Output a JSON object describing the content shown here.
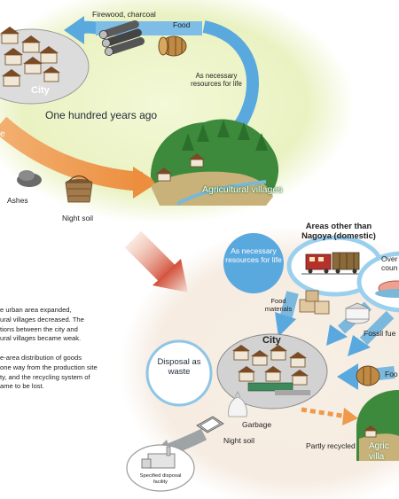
{
  "past": {
    "firewood_label": "Firewood, charcoal",
    "food_label": "Food",
    "resources_label": "As necessary resources for life",
    "city_label": "City",
    "era_title": "One hundred years ago",
    "villages_label": "Agricultural villages",
    "ashes_label": "Ashes",
    "night_soil_label": "Night soil",
    "left_fragment": "e"
  },
  "present": {
    "areas_title": "Areas other than Nagoya (domestic)",
    "resources_label": "As necessary resources for life",
    "overseas_fragment": "Over coun",
    "food_materials_label": "Food materials",
    "fossil_fuel_label": "Fossil fue",
    "city_label": "City",
    "disposal_label": "Disposal as waste",
    "food_fragment": "Foo",
    "garbage_label": "Garbage",
    "night_soil_label": "Night soil",
    "partly_recycled_label": "Partly recycled",
    "villages_fragment": "Agric villa",
    "facility_label": "Specified disposal facility"
  },
  "text": {
    "p1_line1": "e urban area expanded,",
    "p1_line2": "ural villages decreased. The",
    "p1_line3": "tions between the city and",
    "p1_line4": "ural villages became weak.",
    "p2_line1": "e-area distribution of goods",
    "p2_line2": "one way from the production site",
    "p2_line3": "ty, and the recycling system of",
    "p2_line4": "ame to be lost."
  },
  "colors": {
    "past_background": "#eaf2c2",
    "present_background": "#f6ece2",
    "cycle_arrow": "#5aa9de",
    "orange_arrow": "#ee9a4a",
    "red_arrow": "#d8604a",
    "grey_arrow": "#9ea3a6",
    "village_green": "#3d8a3c"
  }
}
